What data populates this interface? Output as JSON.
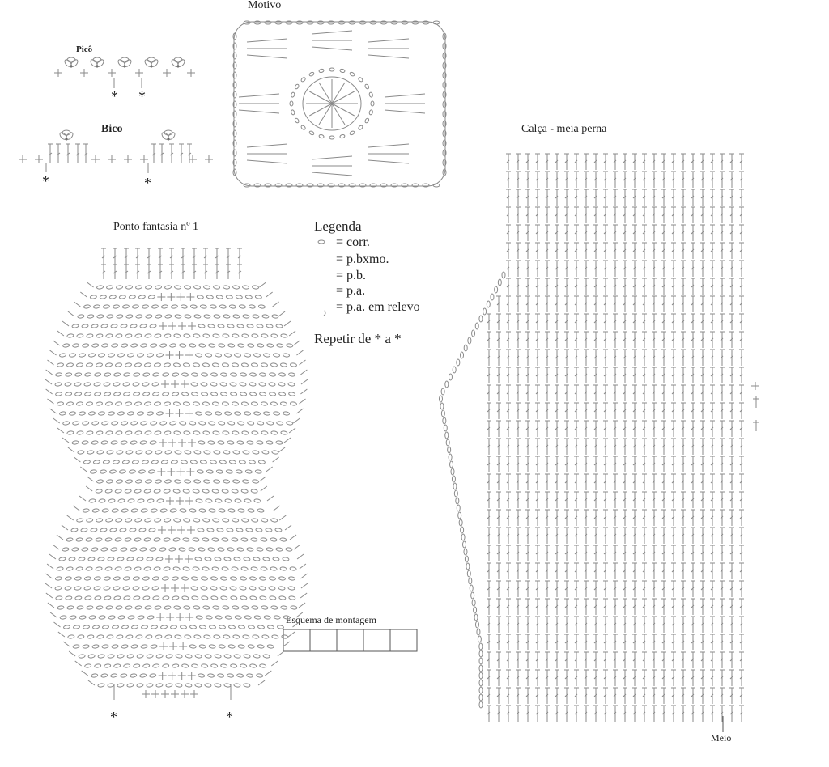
{
  "titles": {
    "motivo": "Motivo",
    "pico": "Picô",
    "bico": "Bico",
    "calca": "Calça - meia perna",
    "ponto_fantasia": "Ponto fantasia nº 1",
    "esquema": "Esquema de montagem",
    "meio": "Meio"
  },
  "legend": {
    "title": "Legenda",
    "items": [
      {
        "symbol": "oval-chain-icon",
        "label": "= corr."
      },
      {
        "symbol": "slip-stitch-icon",
        "label": "= p.bxmo."
      },
      {
        "symbol": "single-crochet-icon",
        "label": "= p.b."
      },
      {
        "symbol": "double-crochet-icon",
        "label": "= p.a."
      },
      {
        "symbol": "raised-double-crochet-icon",
        "label": "= p.a. em relevo"
      }
    ],
    "repeat_note": "Repetir de * a *"
  },
  "marker": "*",
  "esquema_boxes": 5
}
